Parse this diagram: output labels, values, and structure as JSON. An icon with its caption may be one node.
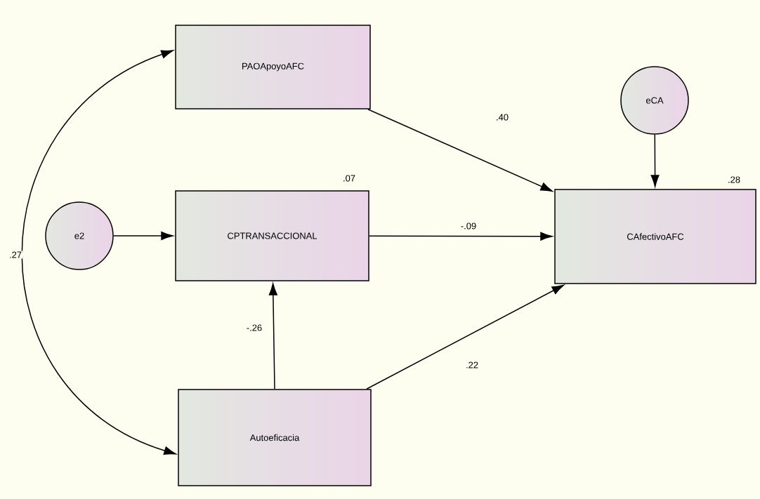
{
  "diagram": {
    "nodes": [
      {
        "text": [
          "PAOApoyoAFC"
        ]
      },
      {
        "text": [
          "eCA"
        ]
      },
      {
        "text": [
          "e2"
        ]
      },
      {
        "text": [
          "CPTRANSACCIONAL"
        ],
        "beside": [
          ".07"
        ]
      },
      {
        "text": [
          "CAfectivoAFC"
        ],
        "beside": [
          ".28"
        ]
      },
      {
        "text": [
          "Autoeficacia"
        ]
      }
    ],
    "edges": [
      {
        "from": 0,
        "to": 4,
        "arrow": "to",
        "label": ".40"
      },
      {
        "from": 1,
        "to": 4,
        "arrow": "to"
      },
      {
        "from": 2,
        "to": 3,
        "arrow": "to"
      },
      {
        "from": 3,
        "to": 4,
        "arrow": "to",
        "label": "-.09"
      },
      {
        "from": 5,
        "to": 3,
        "arrow": "to",
        "label": "-.26"
      },
      {
        "from": 5,
        "to": 4,
        "arrow": "to",
        "label": ".22"
      },
      {
        "from": 0,
        "to": 5,
        "arrow": "both",
        "label": ".27"
      }
    ]
  }
}
